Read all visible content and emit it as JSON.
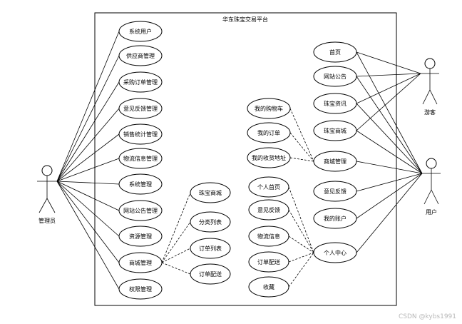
{
  "system": {
    "title": "华东珠宝交易平台"
  },
  "actors": {
    "admin": "管理员",
    "guest": "游客",
    "user": "用户"
  },
  "admin_usecases": [
    "系统用户",
    "供应商管理",
    "采购订单管理",
    "意见反馈管理",
    "销售统计管理",
    "物流信息管理",
    "系统管理",
    "网站公告管理",
    "资源管理",
    "商城管理",
    "权限管理"
  ],
  "mall_sub": [
    "珠宝商城",
    "分类列表",
    "订单列表",
    "订单配送"
  ],
  "cart_group": [
    "我的购物车",
    "我的订单",
    "我的收货地址"
  ],
  "center_group": [
    "个人首页",
    "意见反馈",
    "物流信息",
    "订单配送",
    "收藏"
  ],
  "right_usecases": [
    "首页",
    "网站公告",
    "珠宝资讯",
    "珠宝商城",
    "商城管理",
    "意见反馈",
    "我的账户",
    "个人中心"
  ],
  "watermark": "CSDN @kybs1991"
}
